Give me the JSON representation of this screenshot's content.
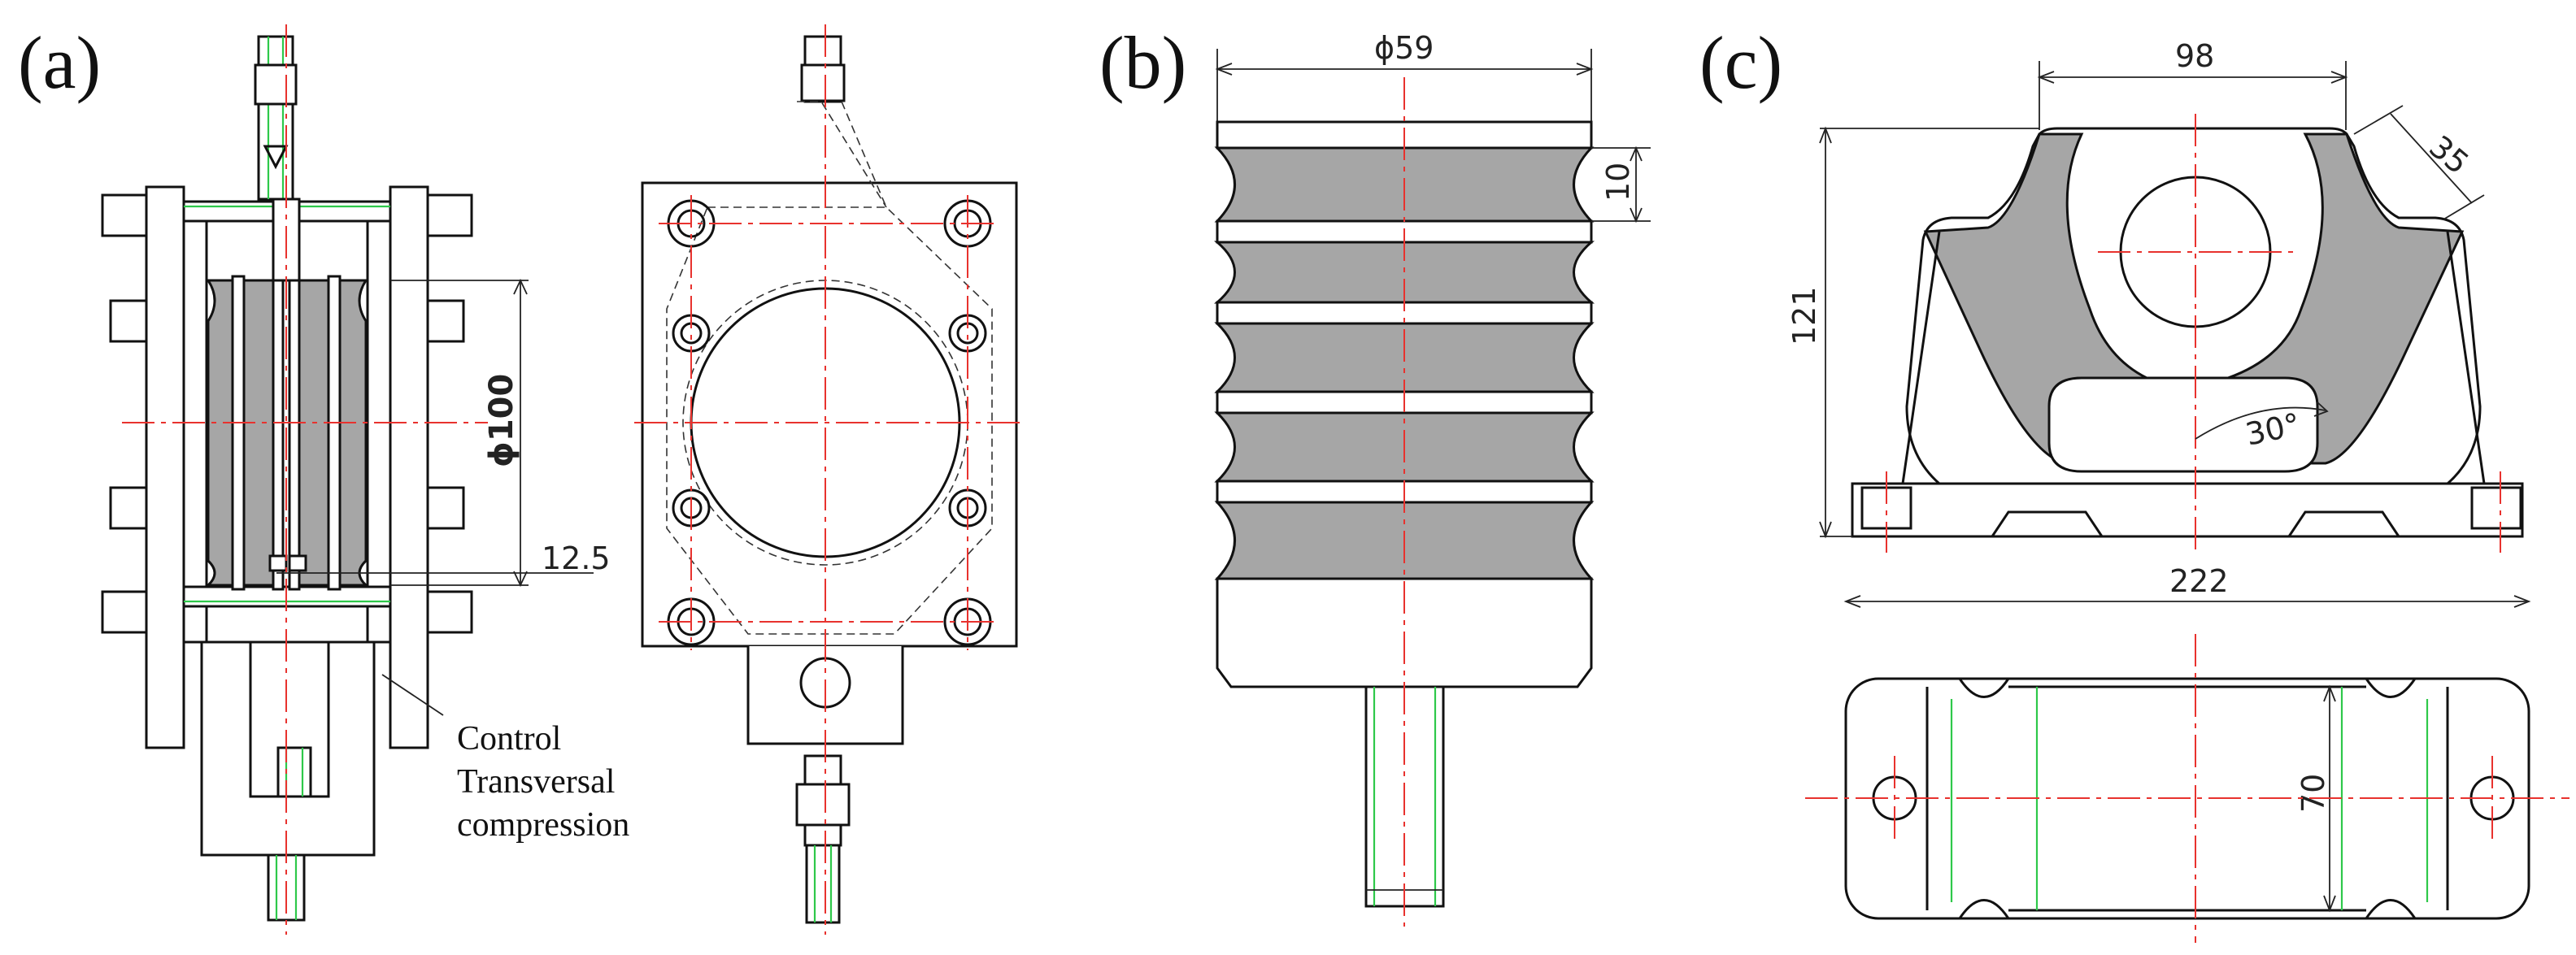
{
  "panels": {
    "a": {
      "label": "(a)",
      "dim_diameter": "ϕ100",
      "dim_gap": "12.5",
      "note_lines": [
        "Control",
        "Transversal",
        "compression"
      ]
    },
    "b": {
      "label": "(b)",
      "dim_diameter": "ϕ59",
      "dim_groove": "10"
    },
    "c": {
      "label": "(c)",
      "dim_top": "98",
      "dim_slant": "35",
      "dim_height": "121",
      "dim_angle": "30°",
      "dim_length": "222",
      "dim_width": "70"
    }
  },
  "colors": {
    "line": "#111111",
    "rubber": "#a6a6a6",
    "centerline": "#e8322e",
    "construction": "#2ec84a"
  }
}
